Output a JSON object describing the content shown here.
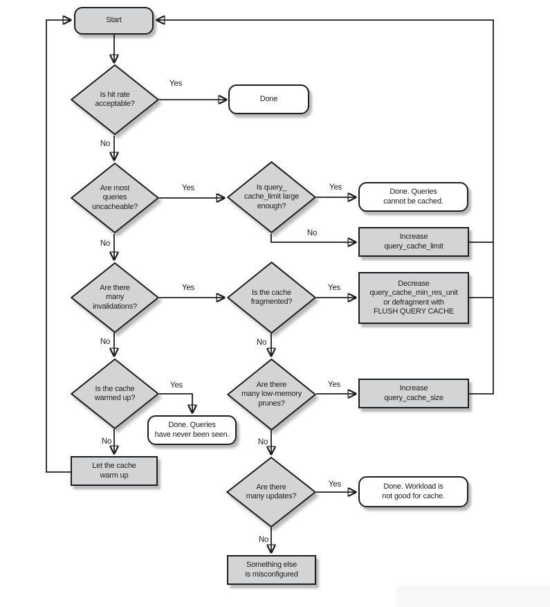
{
  "colors": {
    "node_fill": "#d3d4d5",
    "node_stroke": "#1c1c1c",
    "terminal_fill": "#ffffff",
    "line": "#1c1c1c"
  },
  "labels": {
    "yes": "Yes",
    "no": "No"
  },
  "nodes": {
    "start": {
      "label": "Start"
    },
    "is_hit_rate": {
      "label": "Is hit rate\nacceptable?"
    },
    "done": {
      "label": "Done"
    },
    "most_uncacheable": {
      "label": "Are most\nqueries\nuncacheable?"
    },
    "qcl_large_enough": {
      "label": "Is query_\ncache_limit large\nenough?"
    },
    "done_cannot_cache": {
      "label": "Done. Queries\ncannot be cached."
    },
    "increase_qcl": {
      "label": "Increase\nquery_cache_limit"
    },
    "many_invalidations": {
      "label": "Are there\nmany\ninvalidations?"
    },
    "cache_fragmented": {
      "label": "Is the cache\nfragmented?"
    },
    "decrease_min_res": {
      "label": "Decrease\nquery_cache_min_res_unit\nor defragment with\nFLUSH QUERY CACHE"
    },
    "cache_warmed": {
      "label": "Is the cache\nwarmed up?"
    },
    "done_never_seen": {
      "label": "Done. Queries\nhave never been seen."
    },
    "low_memory_prunes": {
      "label": "Are there\nmany low-memory\nprunes?"
    },
    "increase_qcs": {
      "label": "Increase\nquery_cache_size"
    },
    "let_cache_warm": {
      "label": "Let the cache\nwarm up"
    },
    "many_updates": {
      "label": "Are there\nmany updates?"
    },
    "done_workload": {
      "label": "Done. Workload is\nnot good for cache."
    },
    "misconfigured": {
      "label": "Something else\nis misconfigured"
    }
  }
}
